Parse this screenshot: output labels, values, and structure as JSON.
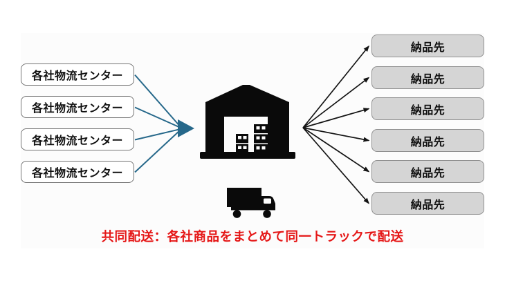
{
  "diagram": {
    "left_nodes": [
      {
        "label": "各社物流センター"
      },
      {
        "label": "各社物流センター"
      },
      {
        "label": "各社物流センター"
      },
      {
        "label": "各社物流センター"
      }
    ],
    "right_nodes": [
      {
        "label": "納品先"
      },
      {
        "label": "納品先"
      },
      {
        "label": "納品先"
      },
      {
        "label": "納品先"
      },
      {
        "label": "納品先"
      },
      {
        "label": "納品先"
      }
    ],
    "center": {
      "warehouse_icon": "warehouse-icon",
      "truck_icon": "truck-icon"
    },
    "caption": {
      "text": "共同配送：各社商品をまとめて同一トラックで配送",
      "color": "#e51717"
    },
    "colors": {
      "inbound_arrow": "#26688a",
      "outbound_arrow": "#141414",
      "source_box_fill": "#ffffff",
      "source_box_border": "#747474",
      "destination_box_fill": "#d5d5d5",
      "destination_box_border": "#8f8f8f",
      "icon_fill": "#0a0a0a",
      "panel_background": "#fcfcfc"
    }
  }
}
